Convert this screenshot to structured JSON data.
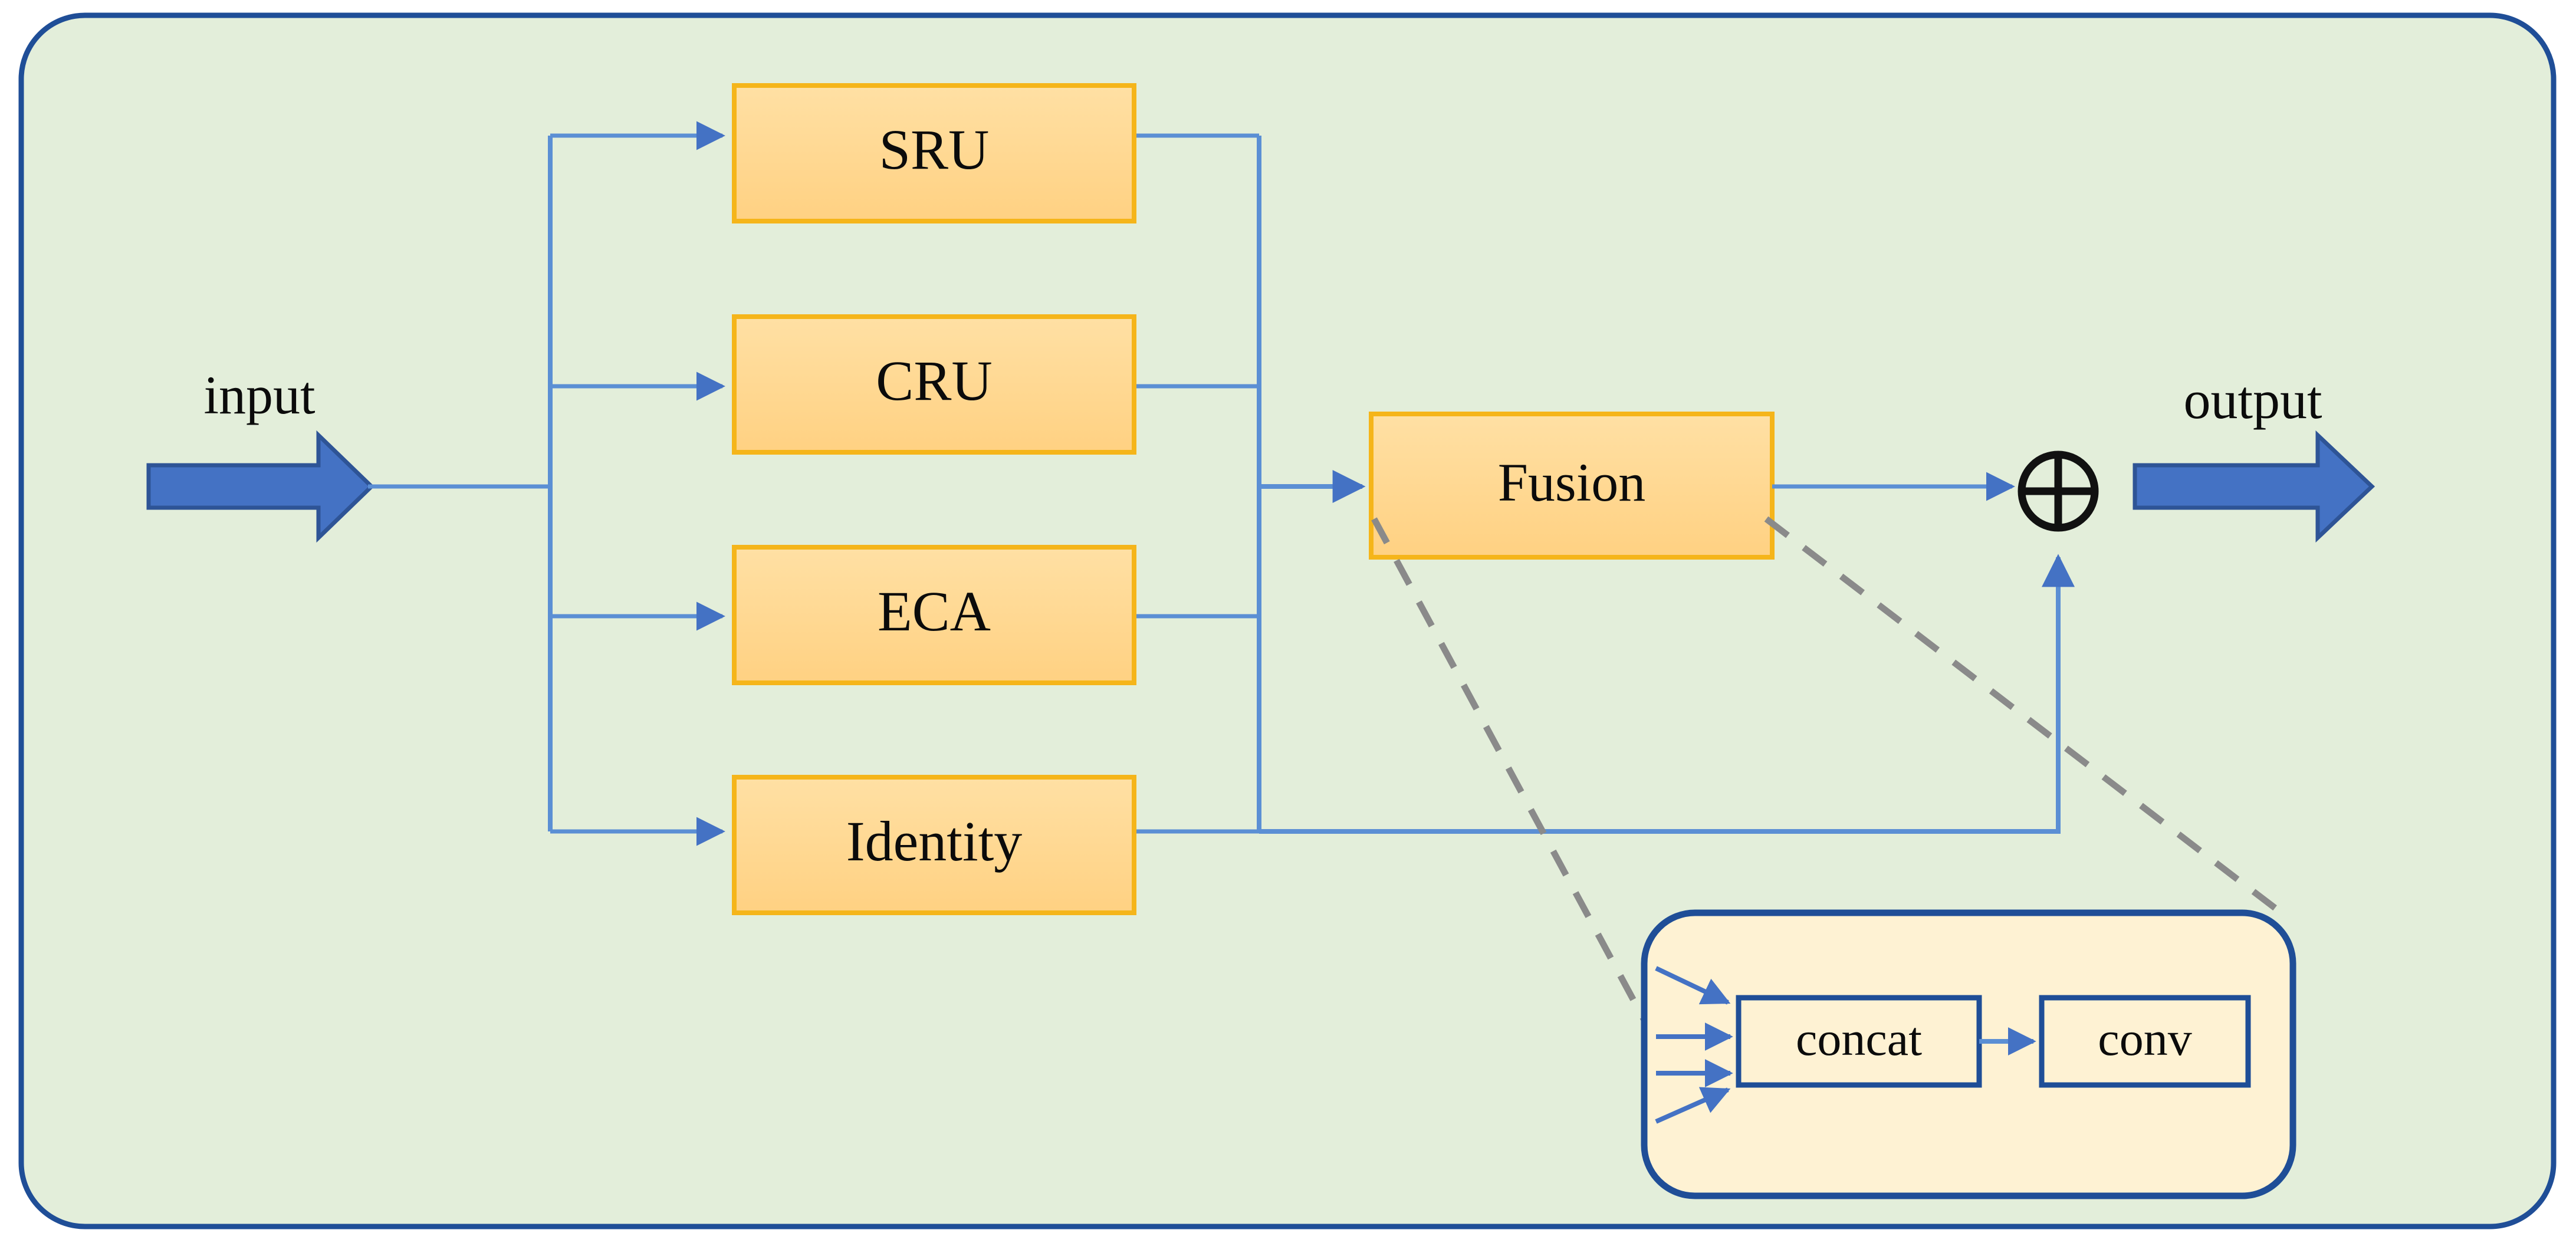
{
  "diagram": {
    "title": "Fusion attention module block diagram",
    "colors": {
      "outer_panel_fill": "#e3eeda",
      "outer_panel_stroke": "#1f4e97",
      "unit_box_fill": "#ffd98e",
      "unit_box_stroke": "#f5b51a",
      "inset_panel_fill": "#fef2d3",
      "inset_panel_stroke": "#1f4e97",
      "inner_box_fill": "#fef2d3",
      "inner_box_stroke": "#1f4e97",
      "connector_line": "#5b8fd4",
      "thick_arrow_fill": "#4472c4",
      "thick_arrow_stroke": "#2e5496",
      "dashed_line": "#808080",
      "text": "#0b0b0b"
    },
    "io": {
      "input_label": "input",
      "output_label": "output"
    },
    "branches": [
      {
        "id": "sru",
        "label": "SRU"
      },
      {
        "id": "cru",
        "label": "CRU"
      },
      {
        "id": "eca",
        "label": "ECA"
      },
      {
        "id": "identity",
        "label": "Identity"
      }
    ],
    "fusion": {
      "label": "Fusion"
    },
    "sum_node": {
      "symbol": "⊕",
      "name": "element-wise addition"
    },
    "inset": {
      "concat_label": "concat",
      "conv_label": "conv",
      "incoming_arrow_count": 4
    },
    "edges": [
      {
        "from": "input",
        "to": "branch-split"
      },
      {
        "from": "branch-split",
        "to": "sru"
      },
      {
        "from": "branch-split",
        "to": "cru"
      },
      {
        "from": "branch-split",
        "to": "eca"
      },
      {
        "from": "branch-split",
        "to": "identity"
      },
      {
        "from": "sru",
        "to": "merge-bus"
      },
      {
        "from": "cru",
        "to": "merge-bus"
      },
      {
        "from": "eca",
        "to": "merge-bus"
      },
      {
        "from": "identity",
        "to": "merge-bus"
      },
      {
        "from": "merge-bus",
        "to": "fusion"
      },
      {
        "from": "fusion",
        "to": "sum_node"
      },
      {
        "from": "identity",
        "to": "sum_node",
        "style": "skip-connection"
      },
      {
        "from": "sum_node",
        "to": "output"
      },
      {
        "from": "fusion",
        "to": "inset",
        "style": "dashed-callout"
      },
      {
        "from": "concat",
        "to": "conv"
      }
    ]
  }
}
